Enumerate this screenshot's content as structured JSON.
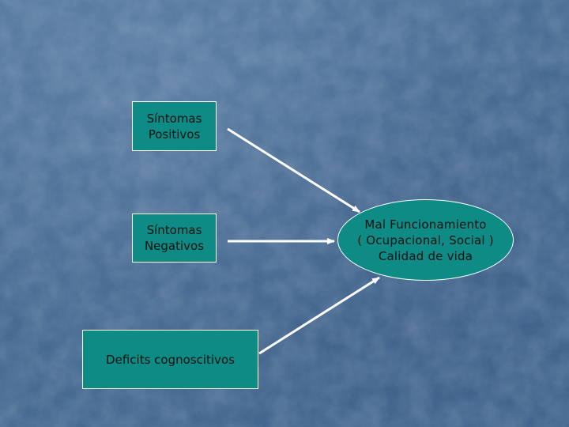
{
  "diagram": {
    "nodes": {
      "positivos": {
        "label": "Síntomas\nPositivos"
      },
      "negativos": {
        "label": "Síntomas\nNegativos"
      },
      "deficits": {
        "label": "Deficits cognoscitivos"
      },
      "funcionamiento": {
        "label": "Mal Funcionamiento\n( Ocupacional, Social )\nCalidad de vida"
      }
    },
    "edges": [
      {
        "from": "positivos",
        "to": "funcionamiento"
      },
      {
        "from": "negativos",
        "to": "funcionamiento"
      },
      {
        "from": "deficits",
        "to": "funcionamiento"
      }
    ]
  },
  "colors": {
    "background": "#4a6d93",
    "node_fill": "#0d8b84",
    "node_border": "#ffffff",
    "arrow": "#ffffff",
    "text": "#111111"
  }
}
